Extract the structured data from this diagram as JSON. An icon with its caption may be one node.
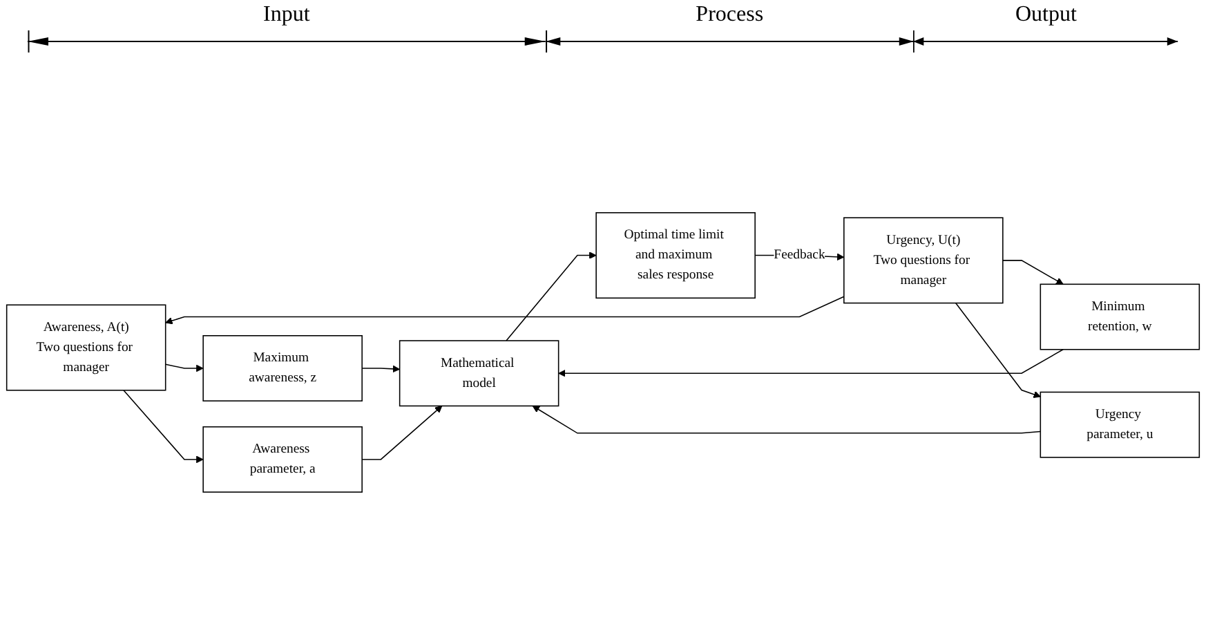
{
  "diagram": {
    "nodes": [
      {
        "text": [
          "Awareness, A(t)",
          "Two questions for manager"
        ]
      },
      {
        "text": [
          "Maximum awareness, z"
        ]
      },
      {
        "text": [
          "Awareness parameter, a"
        ]
      },
      {
        "text": [
          "Urgency, U(t)",
          "Two questions for manager"
        ]
      },
      {
        "text": [
          "Minimum retention, w"
        ]
      },
      {
        "text": [
          "Urgency parameter, u"
        ]
      },
      {
        "text": [
          "Mathematical model"
        ]
      },
      {
        "text": [
          "Optimal time limit and maximum sales response"
        ]
      }
    ],
    "edges": [
      {
        "from": 3,
        "to": 0,
        "arrow": "to"
      },
      {
        "from": 0,
        "to": 1,
        "arrow": "to"
      },
      {
        "from": 0,
        "to": 2,
        "arrow": "to"
      },
      {
        "from": 3,
        "to": 4,
        "arrow": "to"
      },
      {
        "from": 3,
        "to": 5,
        "arrow": "to"
      },
      {
        "from": 1,
        "to": 6,
        "arrow": "to"
      },
      {
        "from": 2,
        "to": 6,
        "arrow": "to"
      },
      {
        "from": 4,
        "to": 6,
        "arrow": "to"
      },
      {
        "from": 5,
        "to": 6,
        "arrow": "to"
      },
      {
        "from": 6,
        "to": 7,
        "arrow": "to"
      },
      {
        "from": 7,
        "to": 3,
        "arrow": "to",
        "label": "Feedback"
      }
    ],
    "labels": [
      "Input",
      "Process",
      "Output"
    ]
  }
}
